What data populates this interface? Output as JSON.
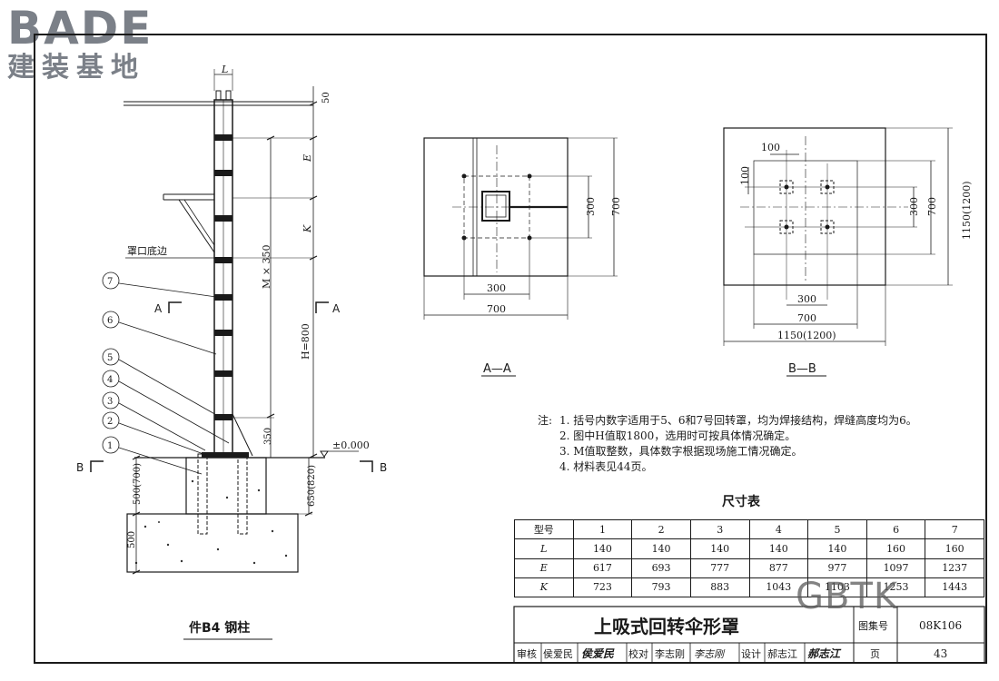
{
  "logo": {
    "brand": "BADE",
    "sub": "建装基地"
  },
  "watermark": "GBTK",
  "column": {
    "caption": "件B4  钢柱",
    "dims": {
      "L": "L",
      "d50": "50",
      "E": "E",
      "K": "K",
      "M": "M × 350",
      "H": "H=800",
      "d350": "350",
      "d500a": "500(700)",
      "d650": "650(820)",
      "d500b": "500",
      "level": "±0.000"
    },
    "hood_label": "罩口底边",
    "callouts": [
      "7",
      "6",
      "5",
      "4",
      "3",
      "2",
      "1"
    ],
    "section_marks": {
      "A": "A",
      "B": "B"
    }
  },
  "section_aa": {
    "label": "A—A",
    "dims": {
      "w300": "300",
      "w700": "700",
      "h300": "300",
      "h700": "700"
    }
  },
  "section_bb": {
    "label": "B—B",
    "dims": {
      "s100a": "100",
      "s100b": "100",
      "w300": "300",
      "w700": "700",
      "w1150": "1150(1200)",
      "h300": "300",
      "h700": "700",
      "h1150": "1150(1200)"
    }
  },
  "notes": {
    "lead": "注:",
    "items": [
      "1. 括号内数字适用于5、6和7号回转罩，均为焊接结构，焊缝高度均为6。",
      "2. 图中H值取1800，选用时可按具体情况确定。",
      "3. M值取整数，具体数字根据现场施工情况确定。",
      "4. 材料表见44页。"
    ]
  },
  "dim_table": {
    "title": "尺寸表",
    "columns": [
      "型号",
      "1",
      "2",
      "3",
      "4",
      "5",
      "6",
      "7"
    ],
    "rows": [
      [
        "L",
        "140",
        "140",
        "140",
        "140",
        "140",
        "160",
        "160"
      ],
      [
        "E",
        "617",
        "693",
        "777",
        "877",
        "977",
        "1097",
        "1237"
      ],
      [
        "K",
        "723",
        "793",
        "883",
        "1043",
        "1103",
        "1253",
        "1443"
      ]
    ]
  },
  "title_block": {
    "title": "上吸式回转伞形罩",
    "atlas_label": "图集号",
    "atlas_no": "08K106",
    "review_label": "审核",
    "reviewer": "侯爱民",
    "review_sign": "侯爱民",
    "check_label": "校对",
    "checker": "李志刚",
    "check_sign": "李志刚",
    "design_label": "设计",
    "designer": "郝志江",
    "design_sign": "郝志江",
    "page_label": "页",
    "page_no": "43"
  }
}
